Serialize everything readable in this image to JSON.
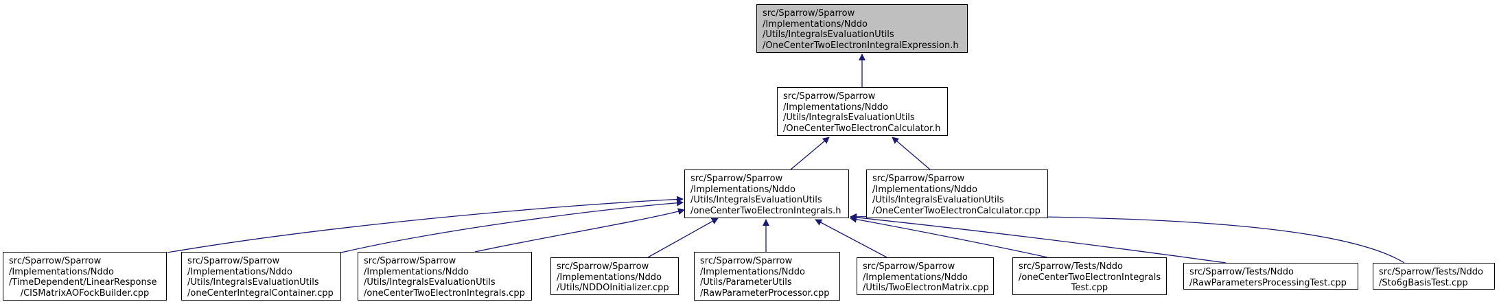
{
  "colors": {
    "edge": "#191970",
    "root_fill": "#bfbfbf",
    "node_fill": "#ffffff",
    "border": "#000000"
  },
  "nodes": {
    "root": {
      "lines": [
        "src/Sparrow/Sparrow",
        "/Implementations/Nddo",
        "/Utils/IntegralsEvaluationUtils",
        "/OneCenterTwoElectronIntegralExpression.h"
      ]
    },
    "calc_h": {
      "lines": [
        "src/Sparrow/Sparrow",
        "/Implementations/Nddo",
        "/Utils/IntegralsEvaluationUtils",
        "/OneCenterTwoElectronCalculator.h"
      ]
    },
    "integrals_h": {
      "lines": [
        "src/Sparrow/Sparrow",
        "/Implementations/Nddo",
        "/Utils/IntegralsEvaluationUtils",
        "/oneCenterTwoElectronIntegrals.h"
      ]
    },
    "calc_cpp": {
      "lines": [
        "src/Sparrow/Sparrow",
        "/Implementations/Nddo",
        "/Utils/IntegralsEvaluationUtils",
        "/OneCenterTwoElectronCalculator.cpp"
      ]
    },
    "cis": {
      "lines": [
        "src/Sparrow/Sparrow",
        "/Implementations/Nddo",
        "/TimeDependent/LinearResponse",
        "/CISMatrixAOFockBuilder.cpp"
      ]
    },
    "container": {
      "lines": [
        "src/Sparrow/Sparrow",
        "/Implementations/Nddo",
        "/Utils/IntegralsEvaluationUtils",
        "/oneCenterIntegralContainer.cpp"
      ]
    },
    "integrals_cpp": {
      "lines": [
        "src/Sparrow/Sparrow",
        "/Implementations/Nddo",
        "/Utils/IntegralsEvaluationUtils",
        "/oneCenterTwoElectronIntegrals.cpp"
      ]
    },
    "nddo_init": {
      "lines": [
        "src/Sparrow/Sparrow",
        "/Implementations/Nddo",
        "/Utils/NDDOInitializer.cpp"
      ]
    },
    "raw_proc": {
      "lines": [
        "src/Sparrow/Sparrow",
        "/Implementations/Nddo",
        "/Utils/ParameterUtils",
        "/RawParameterProcessor.cpp"
      ]
    },
    "two_matrix": {
      "lines": [
        "src/Sparrow/Sparrow",
        "/Implementations/Nddo",
        "/Utils/TwoElectronMatrix.cpp"
      ]
    },
    "test_integrals": {
      "lines": [
        "src/Sparrow/Tests/Nddo",
        "/oneCenterTwoElectronIntegrals",
        "Test.cpp"
      ]
    },
    "raw_test": {
      "lines": [
        "src/Sparrow/Tests/Nddo",
        "/RawParametersProcessingTest.cpp"
      ]
    },
    "sto6g": {
      "lines": [
        "src/Sparrow/Tests/Nddo",
        "/Sto6gBasisTest.cpp"
      ]
    }
  }
}
